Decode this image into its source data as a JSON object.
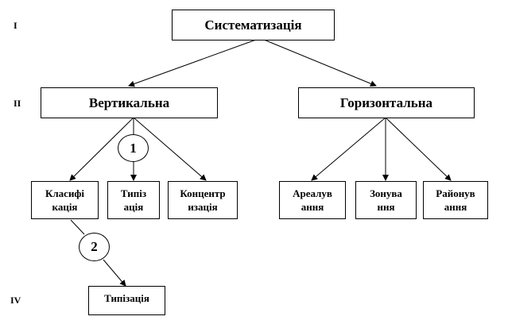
{
  "levels": {
    "l1": "I",
    "l2": "II",
    "l4": "IV"
  },
  "nodes": {
    "root": "Систематизація",
    "vertical": "Вертикальна",
    "horizontal": "Горизонтальна",
    "classification": [
      "Класифі",
      "кація"
    ],
    "typization": [
      "Типіз",
      "ація"
    ],
    "concentration": [
      "Концентр",
      "изація"
    ],
    "arealuvannia": [
      "Ареалув",
      "ання"
    ],
    "zonuvannia": [
      "Зонува",
      "ння"
    ],
    "raionuvannia": [
      "Районув",
      "ання"
    ],
    "typization2": "Типізація"
  },
  "markers": {
    "m1": "1",
    "m2": "2"
  }
}
